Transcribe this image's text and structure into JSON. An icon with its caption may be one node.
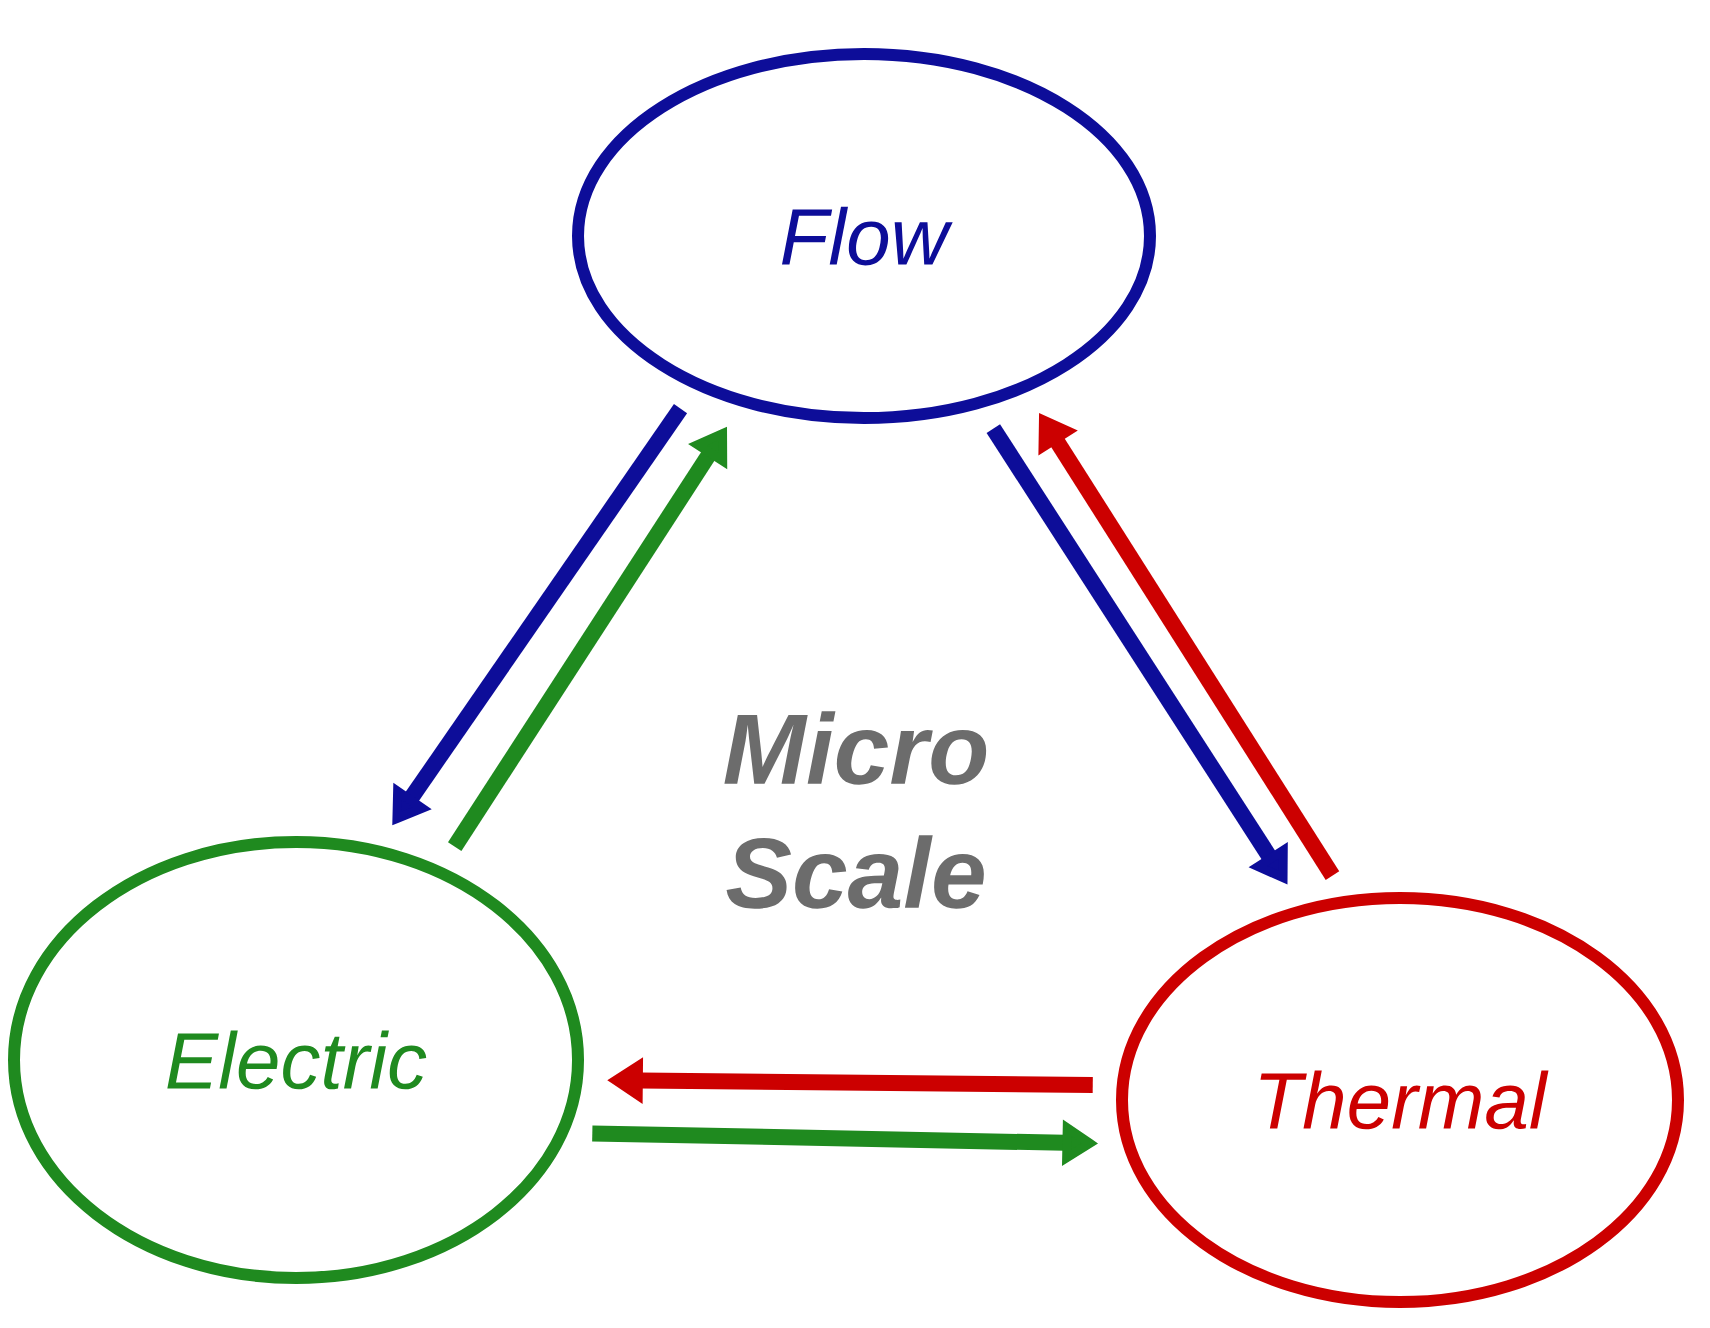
{
  "diagram": {
    "nodes": [
      {
        "text": [
          "Flow"
        ]
      },
      {
        "text": [
          "Electric"
        ]
      },
      {
        "text": [
          "Thermal"
        ]
      }
    ],
    "edges": [
      {
        "from": 0,
        "to": 1,
        "arrow": "to",
        "color": "#0d0d99"
      },
      {
        "from": 1,
        "to": 0,
        "arrow": "to",
        "color": "#1f8a1f"
      },
      {
        "from": 0,
        "to": 2,
        "arrow": "to",
        "color": "#0d0d99"
      },
      {
        "from": 2,
        "to": 0,
        "arrow": "to",
        "color": "#cc0000"
      },
      {
        "from": 2,
        "to": 1,
        "arrow": "to",
        "color": "#cc0000"
      },
      {
        "from": 1,
        "to": 2,
        "arrow": "to",
        "color": "#1f8a1f"
      }
    ],
    "labels": [
      "Micro Scale"
    ]
  }
}
